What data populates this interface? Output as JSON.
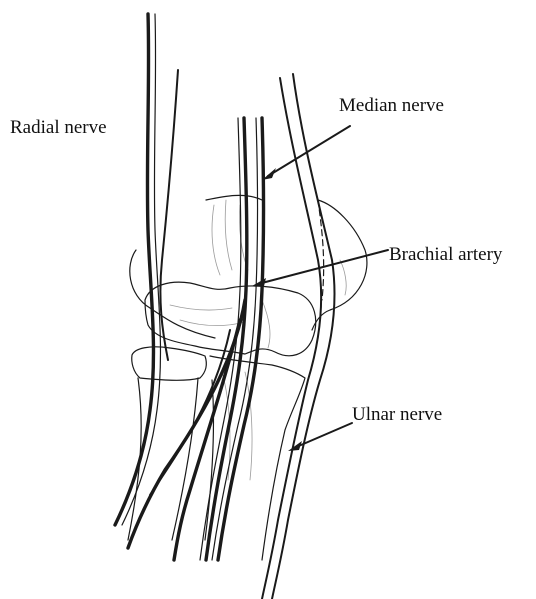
{
  "labels": {
    "radial_nerve": "Radial nerve",
    "median_nerve": "Median nerve",
    "brachial_artery": "Brachial artery",
    "ulnar_nerve": "Ulnar nerve"
  },
  "colors": {
    "ink": "#1a1a1a",
    "background": "#ffffff"
  }
}
